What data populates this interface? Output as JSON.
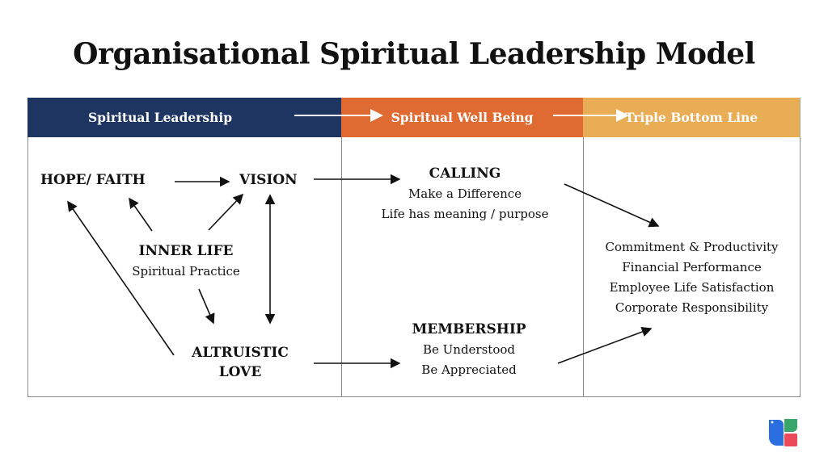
{
  "title": "Organisational Spiritual Leadership Model",
  "headers": [
    {
      "label": "Spiritual Leadership",
      "color": "#1e3461"
    },
    {
      "label": "Spiritual Well Being",
      "color": "#e06b32"
    },
    {
      "label": "Triple Bottom Line",
      "color": "#e9ad55"
    }
  ],
  "nodes": {
    "hope": "HOPE/ FAITH",
    "vision": "VISION",
    "inner_life": {
      "title": "INNER LIFE",
      "sub": "Spiritual Practice"
    },
    "altruistic": {
      "line1": "ALTRUISTIC",
      "line2": "LOVE"
    },
    "calling": {
      "title": "CALLING",
      "lines": [
        "Make a Difference",
        "Life has meaning / purpose"
      ]
    },
    "membership": {
      "title": "MEMBERSHIP",
      "lines": [
        "Be Understood",
        "Be Appreciated"
      ]
    },
    "outcomes": [
      "Commitment & Productivity",
      "Financial Performance",
      "Employee Life Satisfaction",
      "Corporate Responsibility"
    ]
  }
}
